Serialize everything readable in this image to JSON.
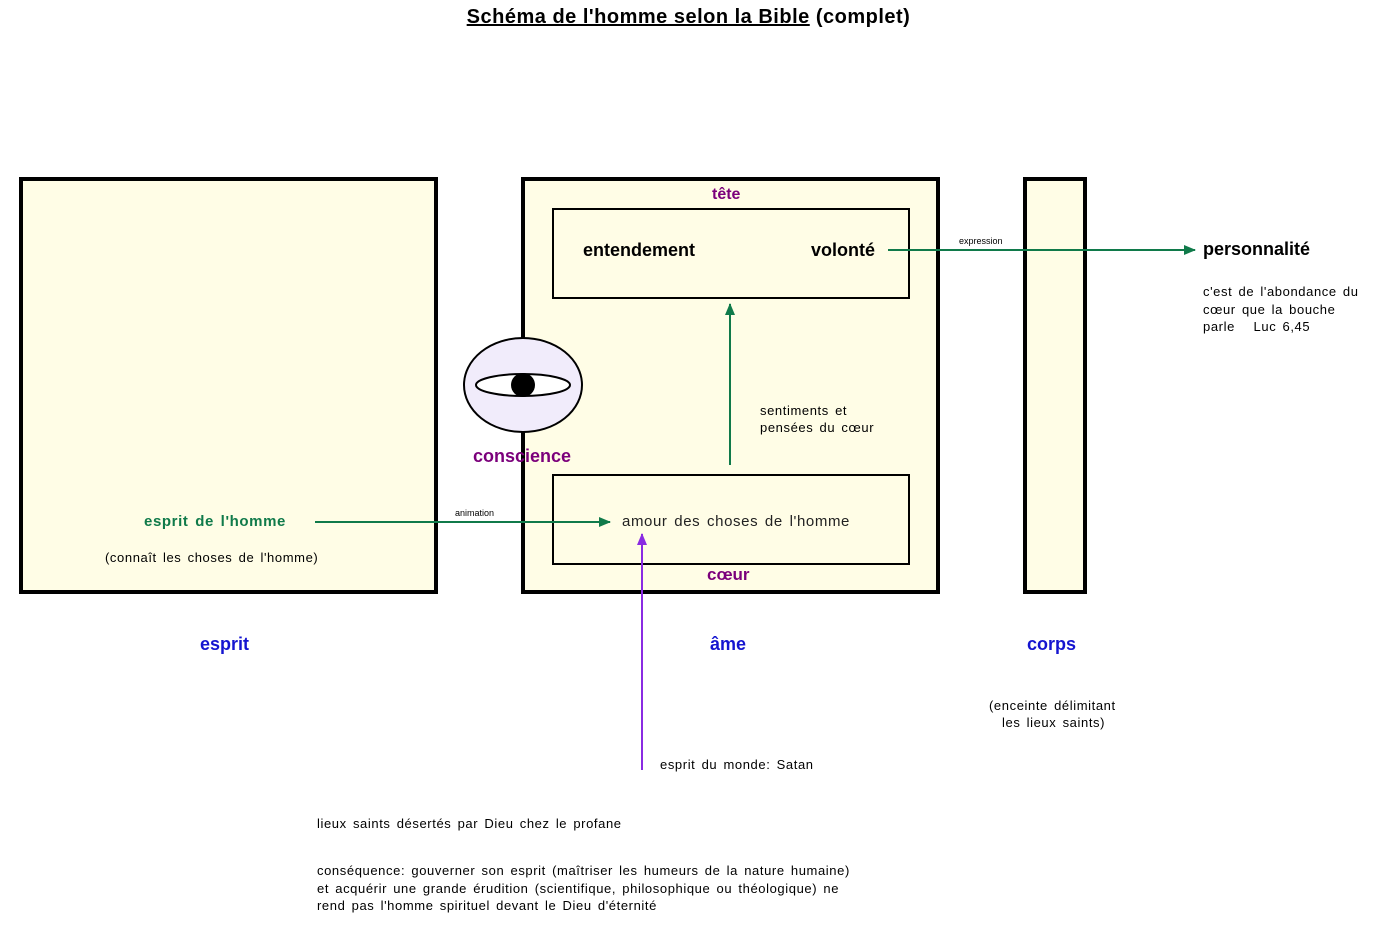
{
  "title": {
    "main": "Schéma de l'homme selon la Bible",
    "suffix": "(complet)"
  },
  "esprit": {
    "name": "esprit",
    "inner_label": "esprit de l'homme",
    "inner_note": "(connaît les choses de l'homme)"
  },
  "ame": {
    "name": "âme",
    "head_label": "tête",
    "understanding": "entendement",
    "will": "volonté",
    "heart_label": "cœur",
    "heart_content": "amour des choses de l'homme",
    "feelings_line1": "sentiments et",
    "feelings_line2": "pensées du cœur"
  },
  "conscience": {
    "label": "conscience",
    "icon": "eye-icon"
  },
  "corps": {
    "name": "corps",
    "note_line1": "(enceinte délimitant",
    "note_line2": "les lieux saints)"
  },
  "arrows": {
    "animation_label": "animation",
    "expression_label": "expression",
    "world_spirit_label": "esprit du monde: Satan"
  },
  "personality": {
    "label": "personnalité",
    "quote_line1": "c'est de l'abondance du",
    "quote_line2": "cœur que la bouche",
    "quote_line3": "parle   Luc 6,45"
  },
  "notes": {
    "line1": "lieux saints désertés par Dieu chez le profane",
    "para_line1": "conséquence: gouverner son esprit (maîtriser les humeurs de la nature humaine)",
    "para_line2": "et acquérir une grande érudition (scientifique, philosophique ou théologique) ne",
    "para_line3": "rend pas l'homme spirituel devant le Dieu d'éternité"
  },
  "colors": {
    "box_fill": "#fffde6",
    "green": "#107a4a",
    "purple": "#7b007b",
    "violet_arrow": "#8a2be2",
    "blue": "#1515d0",
    "conscience_fill": "#f1ecfb"
  }
}
